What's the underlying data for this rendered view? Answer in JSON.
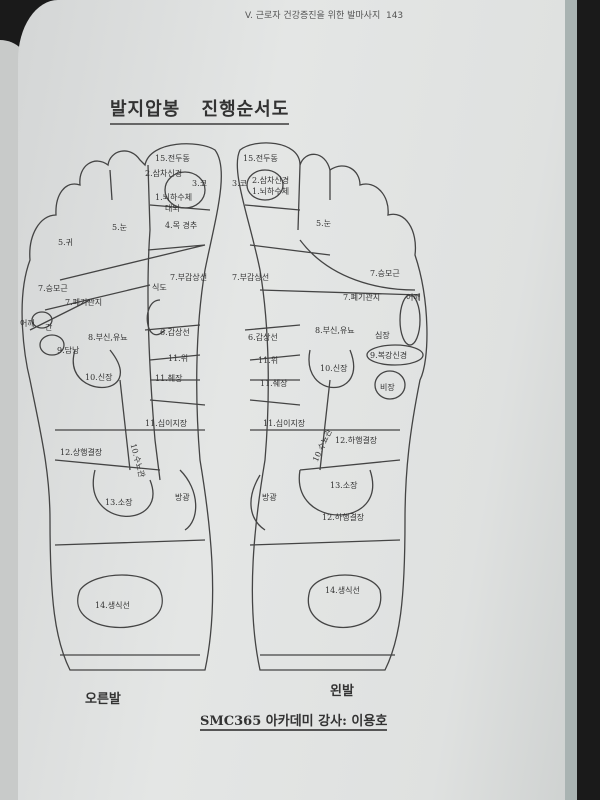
{
  "header": {
    "running_title": "V. 근로자 건강증진을 위한 발마사지",
    "page_number": "143"
  },
  "title": "발지압봉 진행순서도",
  "right_foot": {
    "caption": "오른발",
    "labels": [
      "15.전두동",
      "2.삼차신경",
      "3.코",
      "1.뇌하수체",
      "대뇌",
      "4.목 경추",
      "5.눈",
      "5.귀",
      "7.승모근",
      "7.폐기관지",
      "어깨",
      "간",
      "9.담낭",
      "8.부신,유뇨",
      "식도",
      "7.부갑상선",
      "6.갑상선",
      "11.위",
      "11.췌장",
      "10.신장",
      "11.십이지장",
      "12.상행결장",
      "10.수뇨관",
      "13.소장",
      "방광",
      "14.생식선"
    ]
  },
  "left_foot": {
    "caption": "왼발",
    "labels": [
      "15.전두동",
      "3.코",
      "2.삼차신경",
      "1.뇌하수체",
      "5.눈",
      "7.부갑상선",
      "7.승모근",
      "7.폐기관지",
      "어깨",
      "6.갑상선",
      "8.부신,유뇨",
      "심장",
      "9.복강신경",
      "11.위",
      "10.신장",
      "비장",
      "11.췌장",
      "11.십이지장",
      "10.수뇨관",
      "12.하행결장",
      "13.소장",
      "방광",
      "12.하행결장",
      "14.생식선"
    ]
  },
  "footer": "SMC365 아카데미  강사: 이용호"
}
